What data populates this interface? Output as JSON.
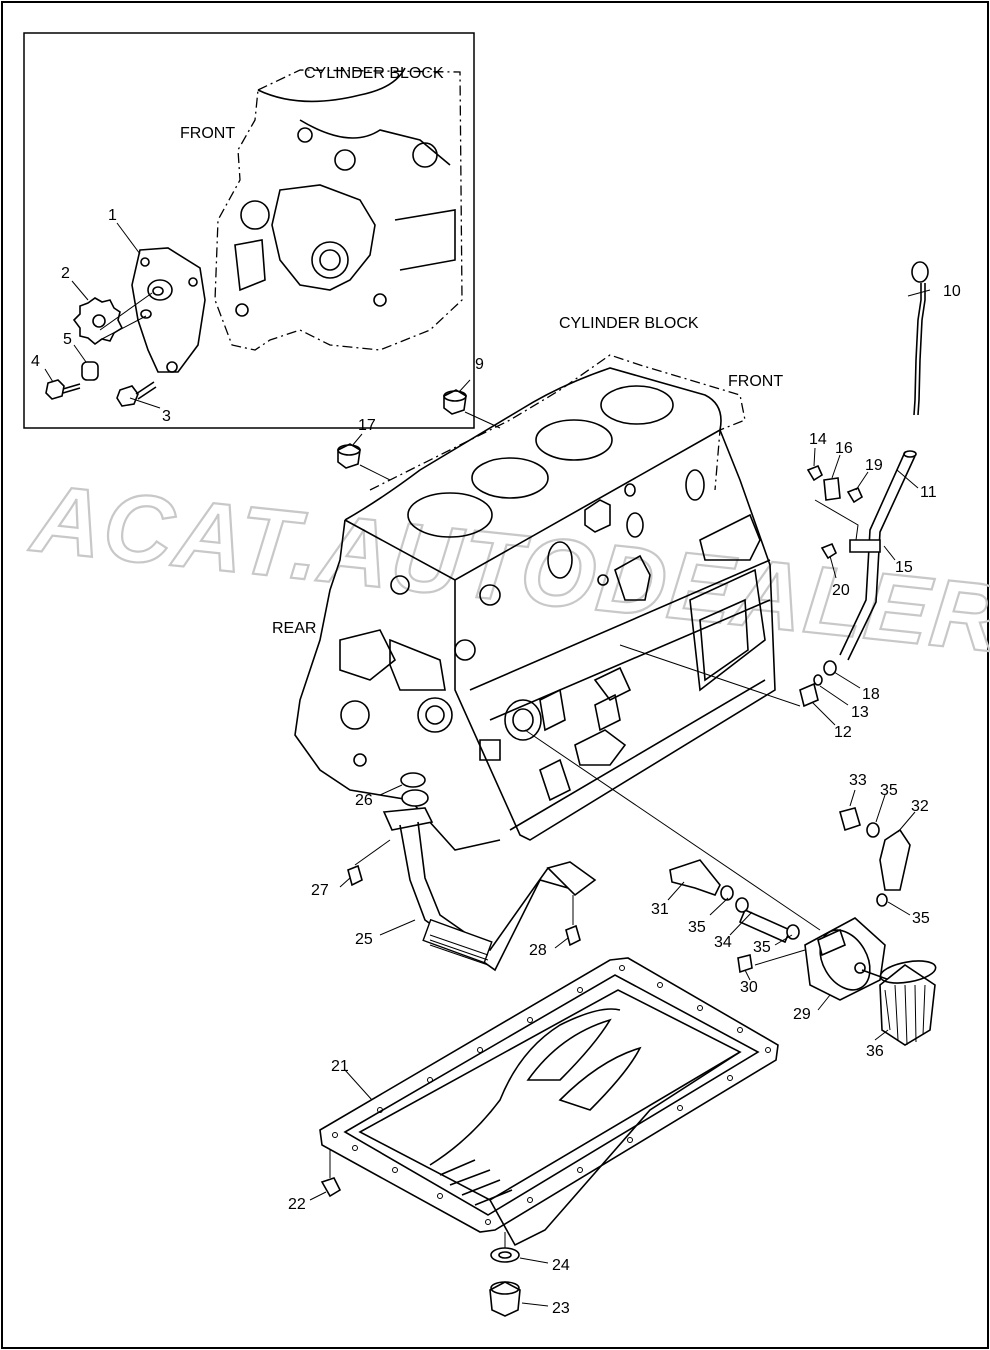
{
  "headings": {
    "inset_block": "CYLINDER BLOCK",
    "inset_front": "FRONT",
    "main_block": "CYLINDER BLOCK",
    "main_front": "FRONT",
    "main_rear": "REAR"
  },
  "watermark": "ACAT.AUTODEALER.RU",
  "callouts": {
    "c1": "1",
    "c2": "2",
    "c3": "3",
    "c4": "4",
    "c5": "5",
    "c9": "9",
    "c10": "10",
    "c11": "11",
    "c12": "12",
    "c13": "13",
    "c14": "14",
    "c15": "15",
    "c16": "16",
    "c17": "17",
    "c18": "18",
    "c19": "19",
    "c20": "20",
    "c21": "21",
    "c22": "22",
    "c23": "23",
    "c24": "24",
    "c25": "25",
    "c26": "26",
    "c27": "27",
    "c28": "28",
    "c29": "29",
    "c30": "30",
    "c31": "31",
    "c32": "32",
    "c33": "33",
    "c34": "34",
    "c35a": "35",
    "c35b": "35",
    "c35c": "35",
    "c35d": "35",
    "c35e": "35",
    "c36": "36"
  },
  "colors": {
    "ink": "#000000",
    "watermark": "#c8c8c8",
    "paper": "#ffffff"
  }
}
